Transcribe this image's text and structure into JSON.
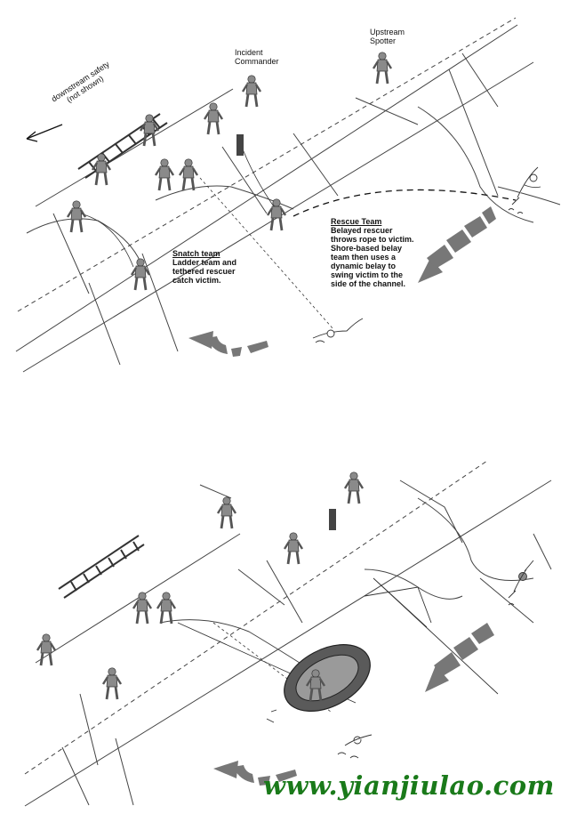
{
  "top_panel": {
    "upstream_spotter": [
      "Upstream",
      "Spotter"
    ],
    "incident_commander": [
      "Incident",
      "Commander"
    ],
    "downstream_safety": [
      "downstream safety",
      "(not shown)"
    ],
    "rescue_team": {
      "title": "Rescue Team",
      "lines": [
        "Belayed rescuer",
        "throws rope to victim.",
        "Shore-based belay",
        "team then uses a",
        "dynamic belay to",
        "swing victim to the",
        "side of the channel."
      ]
    },
    "snatch_team": {
      "title": "Snatch team",
      "lines": [
        "Ladder team and",
        "tethered rescuer",
        "catch victim."
      ]
    }
  },
  "watermark": "www.yianjiulao.com",
  "colors": {
    "figure_gray": "#8a8a8a",
    "arrow_gray": "#777777",
    "watermark_green": "#1a7a1a",
    "line": "#333333"
  }
}
